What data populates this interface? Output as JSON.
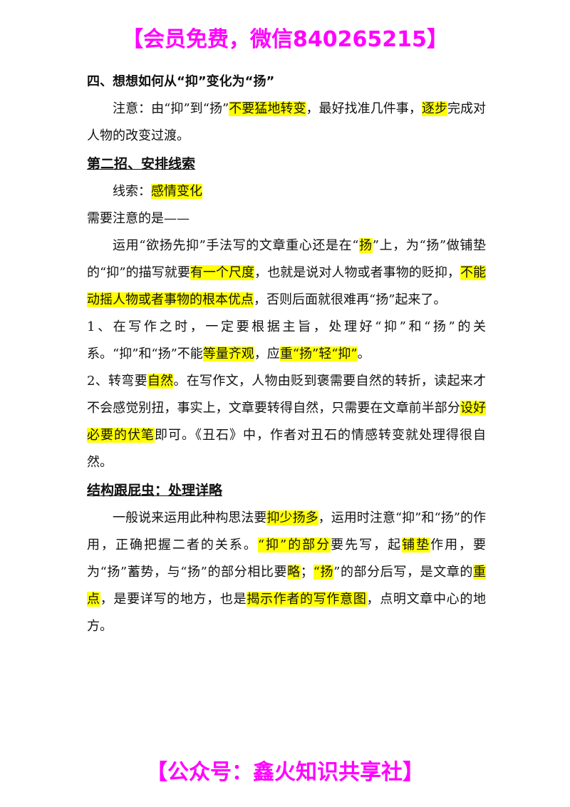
{
  "banner_top": "【会员免费，微信840265215】",
  "banner_bottom": "【公众号：鑫火知识共享社】",
  "s4": {
    "heading": "四、想想如何从“抑”变化为“扬”",
    "p1": [
      "注意：由“抑”到“扬”",
      "不要猛地转变",
      "，最好找准几件事，",
      "逐步",
      "完成对人物的改变过渡。"
    ]
  },
  "s2": {
    "heading": "第二招、安排线索",
    "clue": [
      "线索：",
      "感情变化"
    ],
    "note": "需要注意的是——",
    "p1": [
      "运用“欲扬先抑”手法写的文章重心还是在“",
      "扬",
      "”上，为“扬”做铺垫的“抑”的描写就要",
      "有一个尺度",
      "，也就是说对人物或者事物的贬抑，",
      "不能动摇人物或者事物的根本优点",
      "，否则后面就很难再“扬”起来了。"
    ],
    "p2": [
      "1、在写作之时，一定要根据主旨，处理好“抑”和“扬”的关系。“抑”和“扬”不能",
      "等量齐观",
      "，应",
      "重“扬”轻“抑”",
      "。"
    ],
    "p3": [
      "2、转弯要",
      "自然",
      "。在写作文，人物由贬到褒需要自然的转折，读起来才不会感觉别扭，事实上，文章要转得自然，只需要在文章前半部分",
      "设好必要的伏笔",
      "即可。《丑石》中，作者对丑石的情感转变就处理得很自然。"
    ]
  },
  "s3": {
    "heading": "结构跟屁虫：处理详略",
    "p1": [
      "一般说来运用此种构思法要",
      "抑少扬多",
      "，运用时注意“抑”和“扬”的作用，正确把握二者的关系。",
      "“抑”的部分",
      "要先写，起",
      "铺垫",
      "作用，要为“扬”蓄势，与“扬”的部分相比要",
      "略",
      "；",
      "“扬",
      "”的部分后写，是文章的",
      "重点",
      "，是要详写的地方，也是",
      "揭示作者的写作意图",
      "，点明文章中心的地方。"
    ]
  }
}
